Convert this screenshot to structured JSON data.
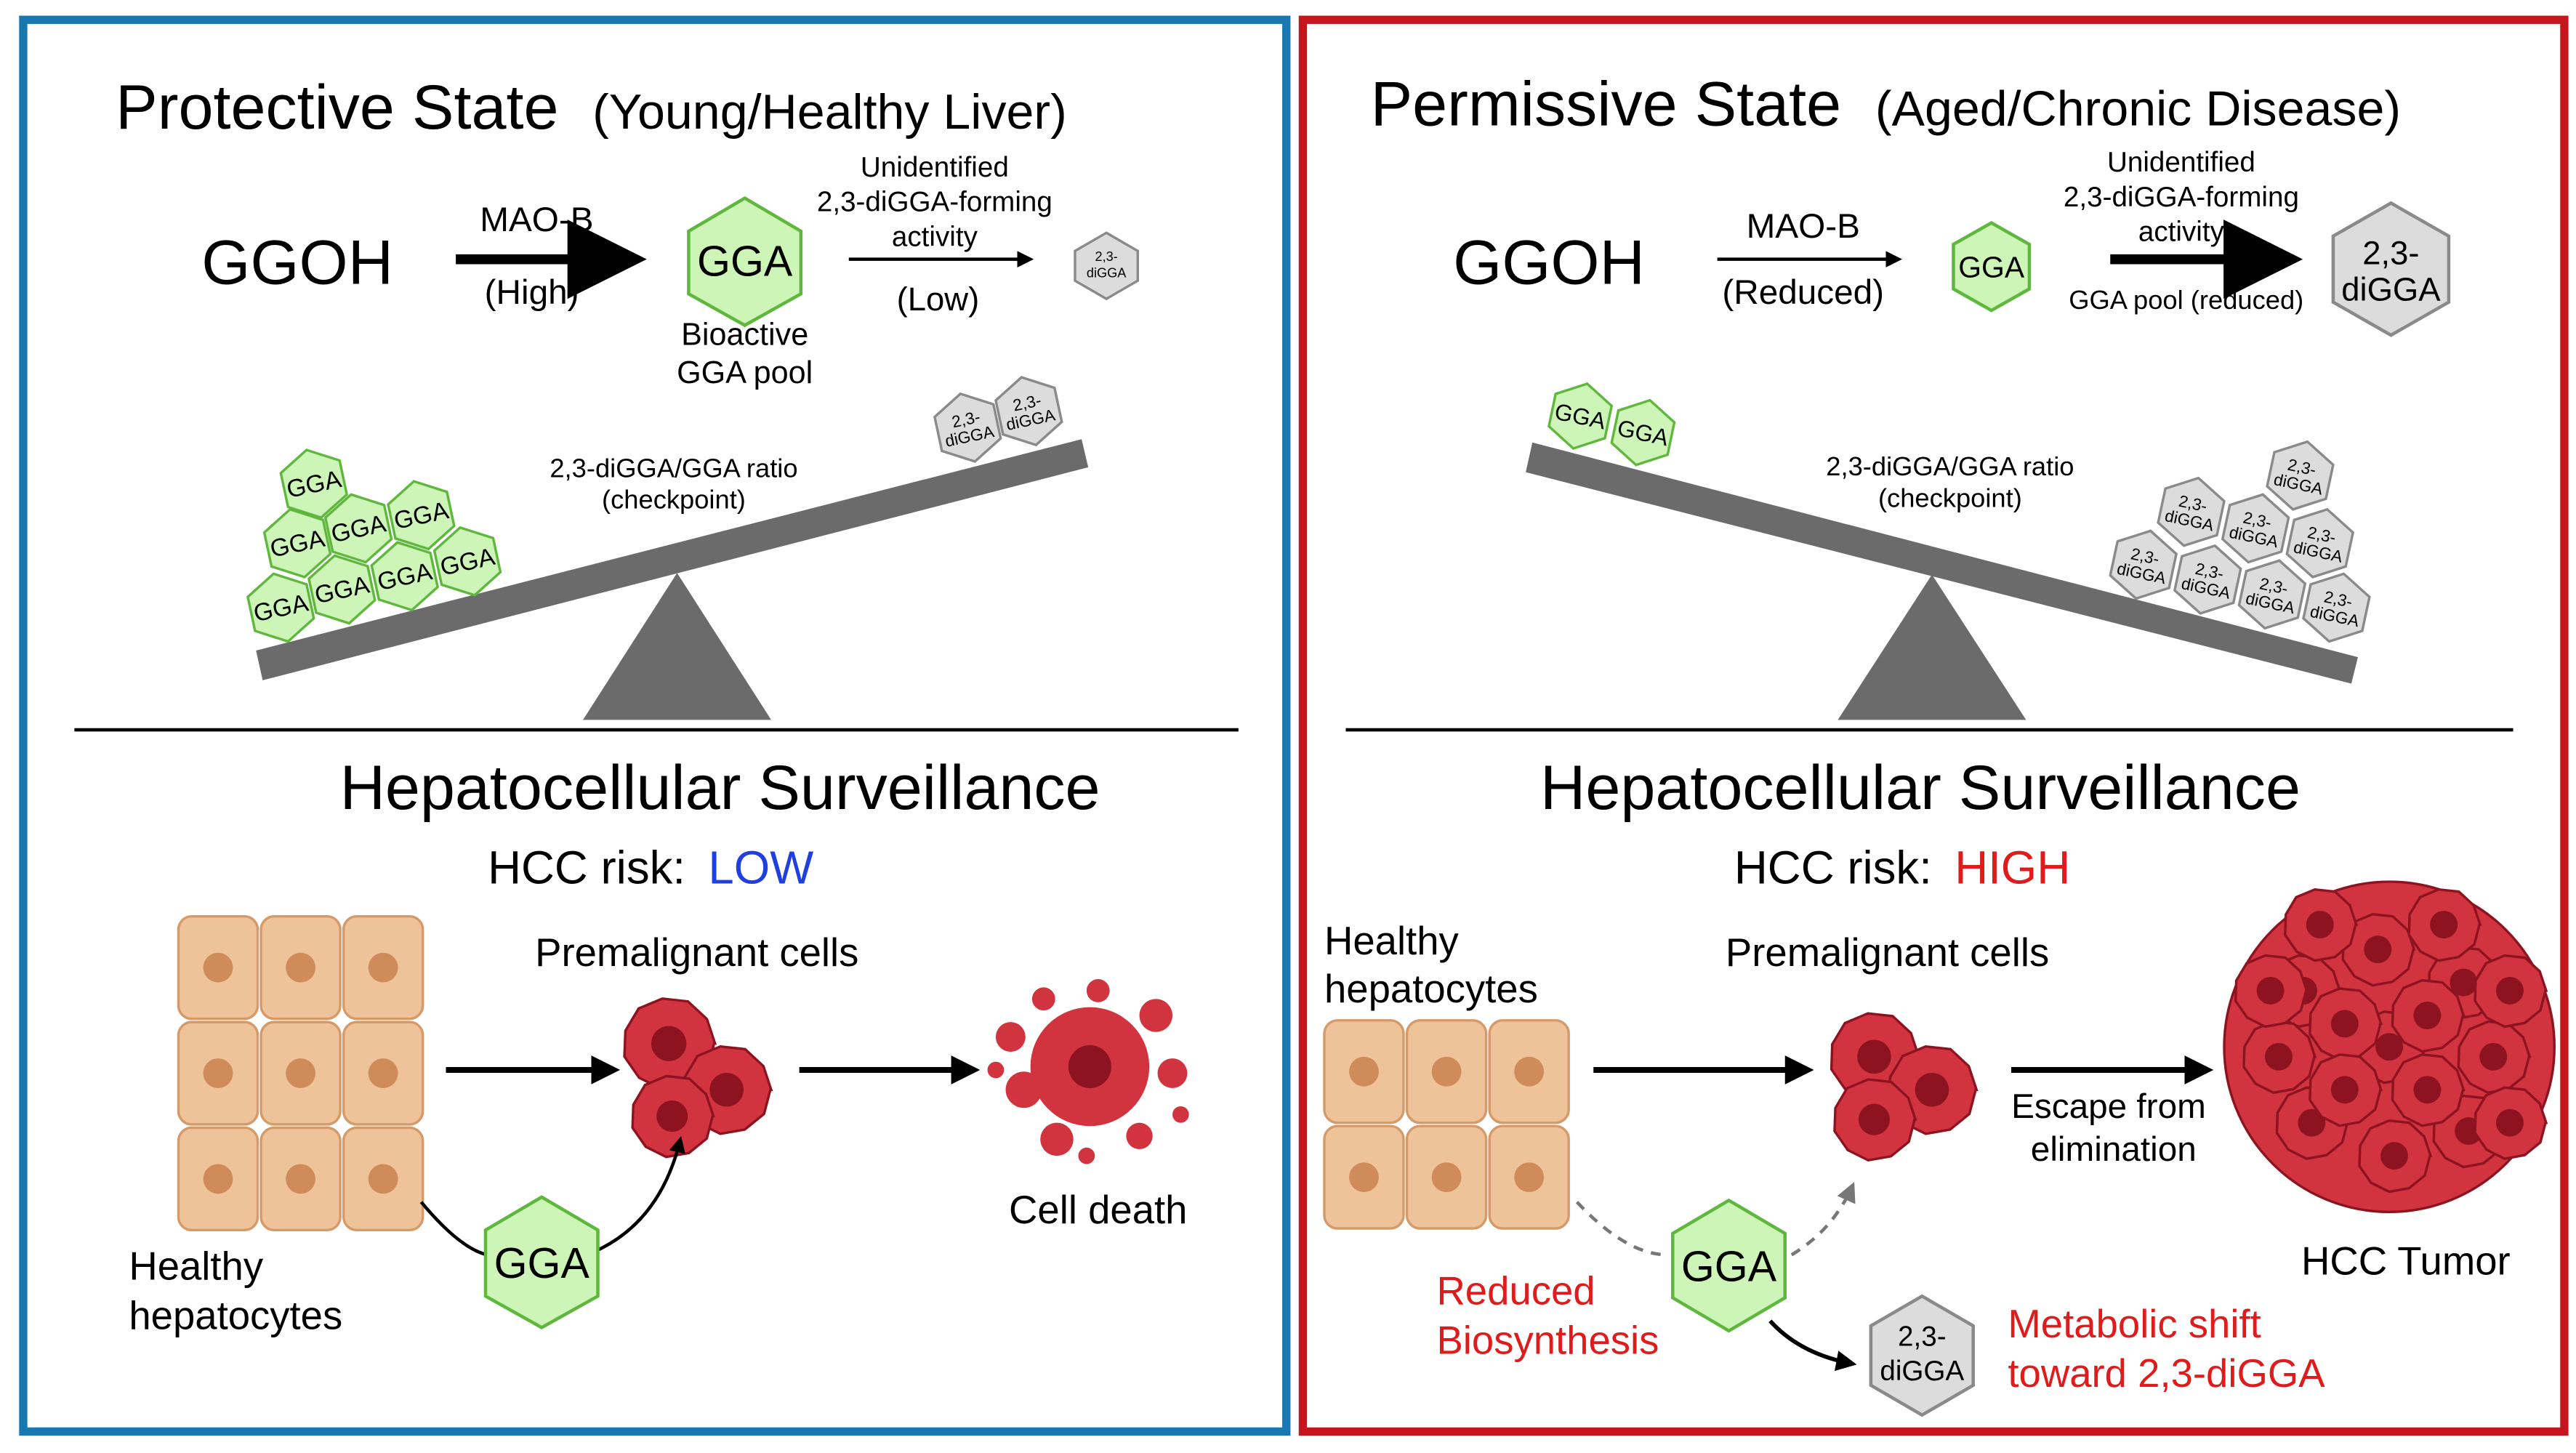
{
  "colors": {
    "left_border": "#1a78b0",
    "right_border": "#c4161c",
    "gga_fill": "#cdf5b8",
    "gga_stroke": "#5fb83d",
    "digga_fill": "#dcdcdc",
    "digga_stroke": "#8a8a8a",
    "beam": "#6b6b6b",
    "cell_tan": "#efc39a",
    "cell_tan_border": "#d49a6a",
    "nucleus_tan": "#cf8c5a",
    "cancer_red": "#d2343f",
    "cancer_dark": "#8e1320",
    "low_blue": "#1f3fe0",
    "high_red": "#e01b1b"
  },
  "left_panel": {
    "title_main": "Protective State",
    "title_sub": "(Young/Healthy Liver)",
    "ggoh": "GGOH",
    "mao_label": "MAO-B",
    "mao_level": "(High)",
    "gga_label": "GGA",
    "pool_line1": "Bioactive",
    "pool_line2": "GGA pool",
    "enzyme_line1": "Unidentified",
    "enzyme_line2": "2,3-diGGA-forming",
    "enzyme_line3": "activity",
    "enzyme_level": "(Low)",
    "digga_line1": "2,3-",
    "digga_line2": "diGGA",
    "ratio_line1": "2,3-diGGA/GGA ratio",
    "ratio_line2": "(checkpoint)",
    "surveillance_title": "Hepatocellular Surveillance",
    "risk_label": "HCC risk:",
    "risk_value": "LOW",
    "premalignant": "Premalignant cells",
    "cell_death": "Cell death",
    "healthy_line1": "Healthy",
    "healthy_line2": "hepatocytes",
    "gga_bottom": "GGA"
  },
  "right_panel": {
    "title_main": "Permissive State",
    "title_sub": "(Aged/Chronic Disease)",
    "ggoh": "GGOH",
    "mao_label": "MAO-B",
    "mao_level": "(Reduced)",
    "gga_label": "GGA",
    "pool_note": "GGA pool (reduced)",
    "enzyme_line1": "Unidentified",
    "enzyme_line2": "2,3-diGGA-forming",
    "enzyme_line3": "activity",
    "digga_line1": "2,3-",
    "digga_line2": "diGGA",
    "ratio_line1": "2,3-diGGA/GGA ratio",
    "ratio_line2": "(checkpoint)",
    "surveillance_title": "Hepatocellular Surveillance",
    "risk_label": "HCC risk:",
    "risk_value": "HIGH",
    "healthy_line1": "Healthy",
    "healthy_line2": "hepatocytes",
    "premalignant": "Premalignant cells",
    "escape_line1": "Escape from",
    "escape_line2": "elimination",
    "tumor": "HCC Tumor",
    "gga_bottom": "GGA",
    "reduced_line1": "Reduced",
    "reduced_line2": "Biosynthesis",
    "shift_line1": "Metabolic shift",
    "shift_line2": "toward 2,3-diGGA"
  }
}
